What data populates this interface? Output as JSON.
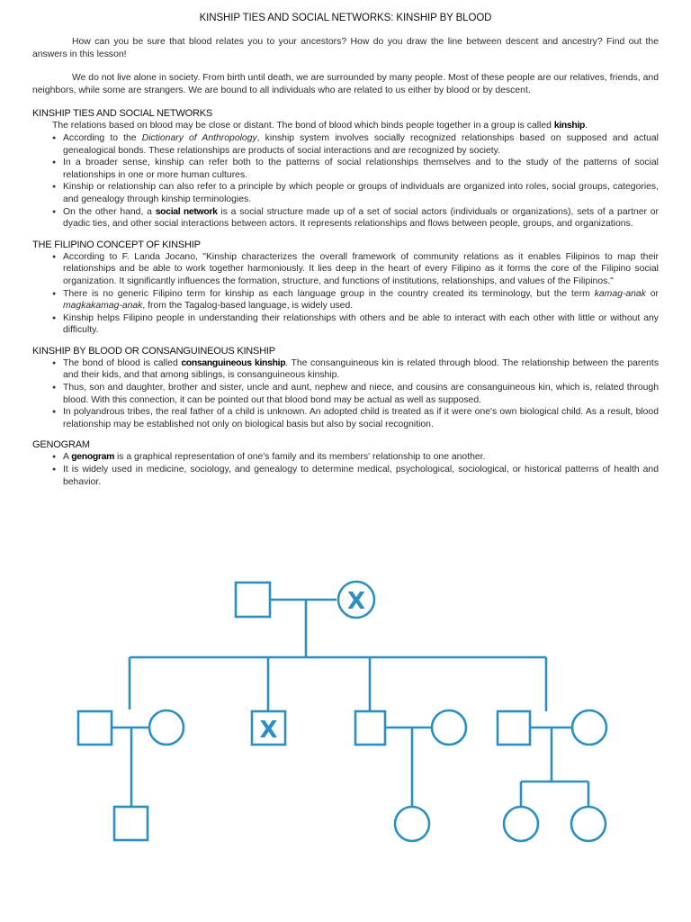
{
  "title": "KINSHIP TIES AND SOCIAL NETWORKS: KINSHIP BY BLOOD",
  "intro": [
    "How can you be sure that blood relates you to your ancestors? How do you draw the line between descent and ancestry? Find out the answers in this lesson!",
    "We do not live alone in society. From birth until death, we are surrounded by many people. Most of these people are our relatives, friends, and neighbors, while some are strangers. We are bound to all individuals who are related to us either by blood or by descent."
  ],
  "sections": {
    "kinship_ties": {
      "heading": "KINSHIP TIES AND SOCIAL NETWORKS",
      "lead_before": "The relations based on blood may be close or distant. The bond of blood which binds people together in a group is called ",
      "lead_term": "kinship",
      "lead_after": ".",
      "b1_before": "According to the ",
      "b1_italic": "Dictionary of Anthropology",
      "b1_after": ", kinship system involves socially recognized relationships based on supposed and actual genealogical bonds. These relationships are products of social interactions and are recognized by society.",
      "b2": "In a broader sense, kinship can refer both to the patterns of social relationships themselves and to the study of the patterns of social relationships in one or more human cultures.",
      "b3": "Kinship or relationship can also refer to a principle by which people or groups of individuals are organized into roles, social groups, categories, and genealogy through kinship terminologies.",
      "b4_before": "On the other hand, a ",
      "b4_term": "social network",
      "b4_after": " is a social structure made up of a set of social actors (individuals or organizations), sets of a partner or dyadic ties, and other social interactions between actors. It represents relationships and flows between people, groups, and organizations."
    },
    "filipino_concept": {
      "heading": "THE FILIPINO CONCEPT OF KINSHIP",
      "b1": "According to F. Landa Jocano, \"Kinship characterizes the overall framework of community relations as it enables Filipinos to map their relationships and be able to work together harmoniously. It lies deep in the heart of every Filipino as it forms the core of the Filipino social organization. It significantly influences the formation, structure, and functions of institutions, relationships, and values of the Filipinos.\"",
      "b2_before": "There is no generic Filipino term for kinship as each language group in the country created its terminology, but the term ",
      "b2_italic1": "kamag-anak",
      "b2_mid": " or ",
      "b2_italic2": "magkakamag-anak",
      "b2_after": ", from the Tagalog-based language, is widely used.",
      "b3": "Kinship helps Filipino people in understanding their relationships with others and be able to interact with each other with little or without any difficulty."
    },
    "consanguineous": {
      "heading": "KINSHIP BY BLOOD OR CONSANGUINEOUS KINSHIP",
      "b1_before": "The bond of blood is called ",
      "b1_term": "consanguineous kinship",
      "b1_after": ". The consanguineous kin is related through blood. The relationship between the parents and their kids, and that among siblings, is consanguineous kinship.",
      "b2": "Thus, son and daughter, brother and sister, uncle and aunt, nephew and niece, and cousins are consanguineous kin, which is, related through blood. With this connection, it can be pointed out that blood bond may be actual as well as supposed.",
      "b3": "In polyandrous tribes, the real father of a child is unknown. An adopted child is treated as if it were one's own biological child. As a result, blood relationship may be established not only on biological basis but also by social recognition."
    },
    "genogram": {
      "heading": "GENOGRAM",
      "b1_before": "A ",
      "b1_term": "genogram",
      "b1_after": " is a graphical representation of one's family and its members' relationship to one another.",
      "b2": "It is widely used in medicine, sociology, and genealogy to determine medical, psychological, sociological, or historical patterns of health and behavior."
    }
  },
  "diagram": {
    "stroke_color": "#2b8fc0",
    "deceased_mark": "X"
  }
}
